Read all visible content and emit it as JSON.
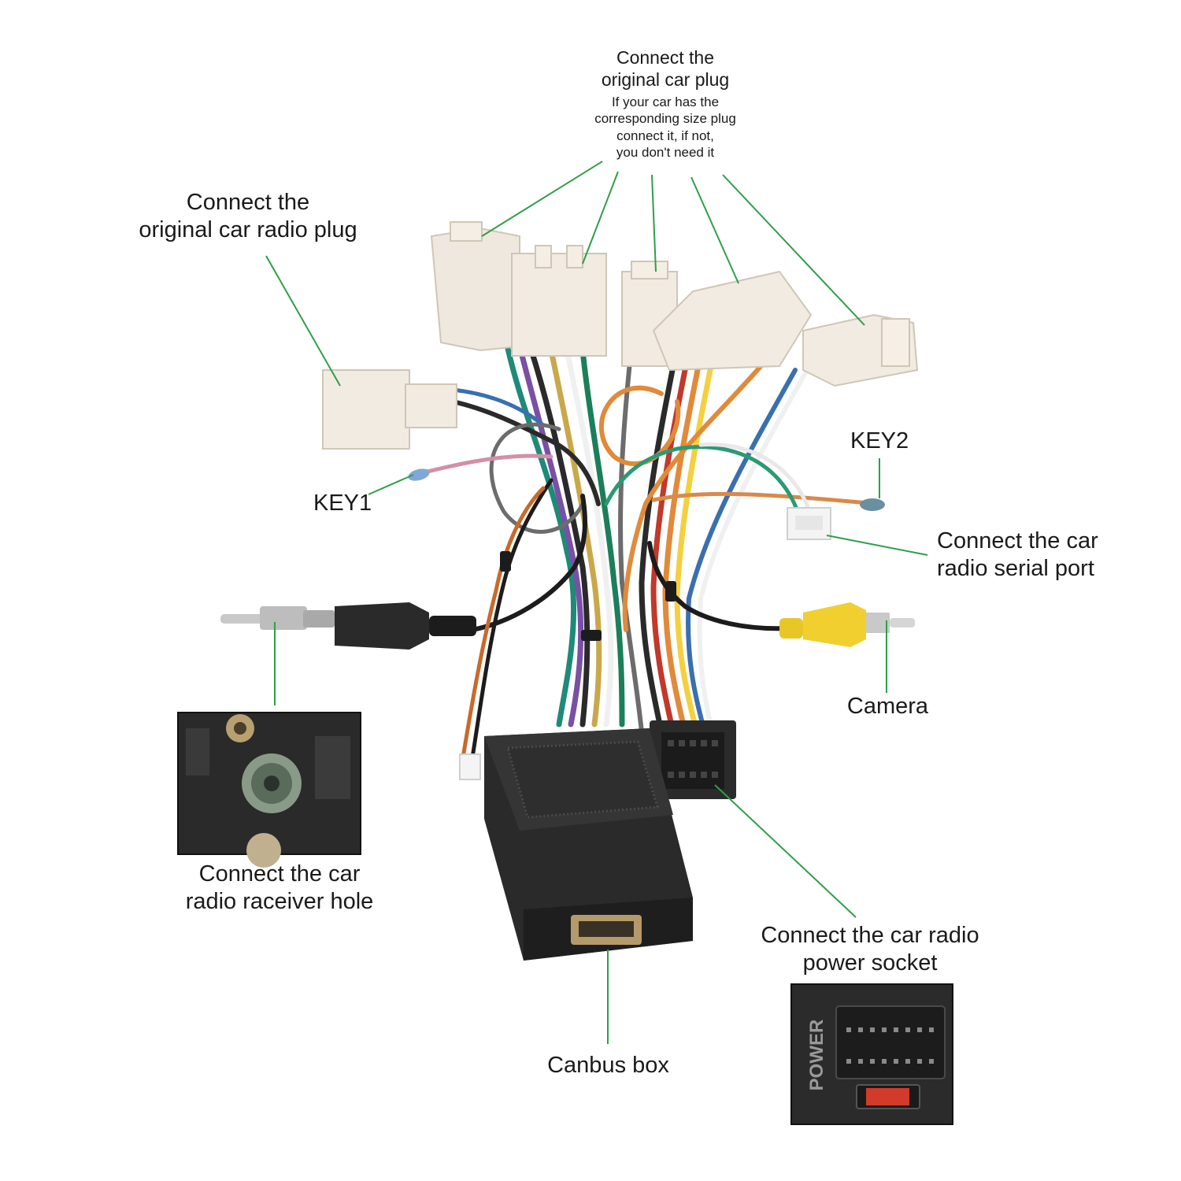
{
  "labels": {
    "top_plug": {
      "title": [
        "Connect the",
        "original car plug"
      ],
      "note": [
        "If your car has the",
        "corresponding size plug",
        "connect it, if not,",
        "you don't need it"
      ]
    },
    "radio_plug": [
      "Connect the",
      "original car radio plug"
    ],
    "key1": "KEY1",
    "key2": "KEY2",
    "serial_port": [
      "Connect the car",
      "radio  serial port"
    ],
    "camera": "Camera",
    "receiver_hole": [
      "Connect the  car",
      "radio raceiver hole"
    ],
    "power_socket": [
      "Connect the car radio",
      "power socket"
    ],
    "canbus_box": "Canbus box",
    "inset_power_text": "POWER"
  },
  "colors": {
    "leader_line": "#2f9e4a",
    "connector_white": "#f1ebe1",
    "box_black": "#262626",
    "rca_yellow": "#e8c628"
  }
}
